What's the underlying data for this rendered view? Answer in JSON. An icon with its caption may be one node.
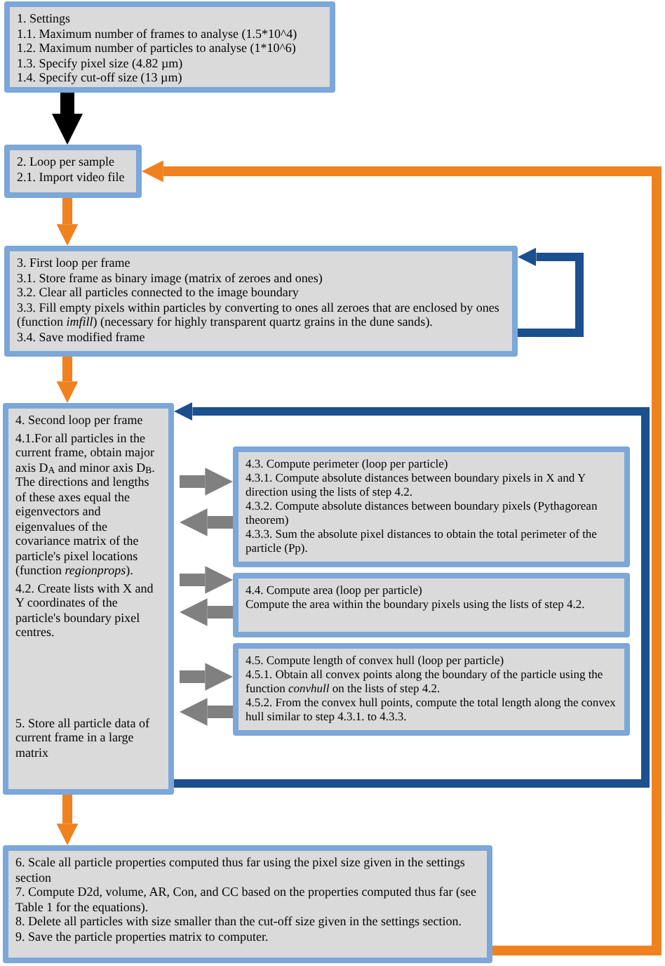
{
  "diagram": {
    "nodes": [
      {
        "text": [
          "1. Settings",
          "1.1. Maximum number of frames to analyse (1.5*10^4)",
          "1.2. Maximum number of particles to analyse (1*10^6)",
          "1.3. Specify pixel size (4.82 µm)",
          "1.4. Specify cut-off size (13 µm)"
        ]
      },
      {
        "text": [
          "2. Loop per sample",
          "2.1. Import video file"
        ]
      },
      {
        "text": [
          "3. First loop per frame",
          "3.1. Store frame as binary image (matrix of zeroes and ones)",
          "3.2. Clear all particles connected to the image boundary",
          "3.3. Fill empty pixels within particles by converting to ones all zeroes that are enclosed by ones (function *imfill*) (necessary for highly transparent quartz grains in the dune sands).",
          "3.4. Save modified frame"
        ]
      },
      {
        "text": [
          "4. Second loop per frame",
          "4.1.For all particles in the current frame, obtain major axis D$_{A}$ and minor axis D$_{B}$. The directions and lengths of these axes equal the eigenvectors and eigenvalues of the covariance matrix of the particle's pixel locations (function *regionprops*).",
          "4.2. Create lists with X and Y coordinates of the particle's boundary pixel centres.",
          "5. Store all particle data of current frame in a large matrix"
        ]
      },
      {
        "text": [
          "4.3. Compute perimeter (loop per particle)",
          "4.3.1. Compute absolute distances between boundary pixels in X and Y direction using the lists of step 4.2.",
          "4.3.2. Compute absolute distances between boundary pixels (Pythagorean theorem)",
          "4.3.3. Sum the absolute pixel distances to obtain the total perimeter of the particle (Pp)."
        ]
      },
      {
        "text": [
          "4.4. Compute area (loop per particle)",
          "Compute the area within the boundary pixels using the lists of step 4.2."
        ]
      },
      {
        "text": [
          "4.5. Compute length of convex hull (loop per particle)",
          "4.5.1. Obtain all convex points along the boundary of the particle using the function *convhull* on the lists of step 4.2.",
          "4.5.2. From the convex hull points, compute the total length along the convex hull similar to step 4.3.1. to 4.3.3."
        ]
      },
      {
        "text": [
          "6. Scale all particle properties computed thus far using the pixel size given in the settings section",
          "7. Compute D2d, volume, AR, Con, and CC based on the properties computed thus far (see Table 1 for the equations).",
          "8. Delete all particles with size smaller than the cut-off size given in the settings section.",
          "9. Save the particle properties matrix to computer."
        ]
      }
    ],
    "edges": [
      {
        "from": 0,
        "to": 1,
        "arrow": "to",
        "color": "#000000"
      },
      {
        "from": 1,
        "to": 2,
        "arrow": "to",
        "color": "#f0811f"
      },
      {
        "from": 2,
        "to": 2,
        "arrow": "to",
        "color": "#1b4f8e"
      },
      {
        "from": 2,
        "to": 3,
        "arrow": "to",
        "color": "#f0811f"
      },
      {
        "from": 3,
        "to": 3,
        "arrow": "to",
        "color": "#1b4f8e"
      },
      {
        "from": 3,
        "to": 4,
        "arrow": "to"
      },
      {
        "from": 4,
        "to": 3,
        "arrow": "to"
      },
      {
        "from": 3,
        "to": 5,
        "arrow": "to"
      },
      {
        "from": 5,
        "to": 3,
        "arrow": "to"
      },
      {
        "from": 3,
        "to": 6,
        "arrow": "to"
      },
      {
        "from": 6,
        "to": 3,
        "arrow": "to"
      },
      {
        "from": 3,
        "to": 7,
        "arrow": "to",
        "color": "#f0811f"
      },
      {
        "from": 7,
        "to": 1,
        "arrow": "to",
        "color": "#f0811f"
      }
    ]
  }
}
